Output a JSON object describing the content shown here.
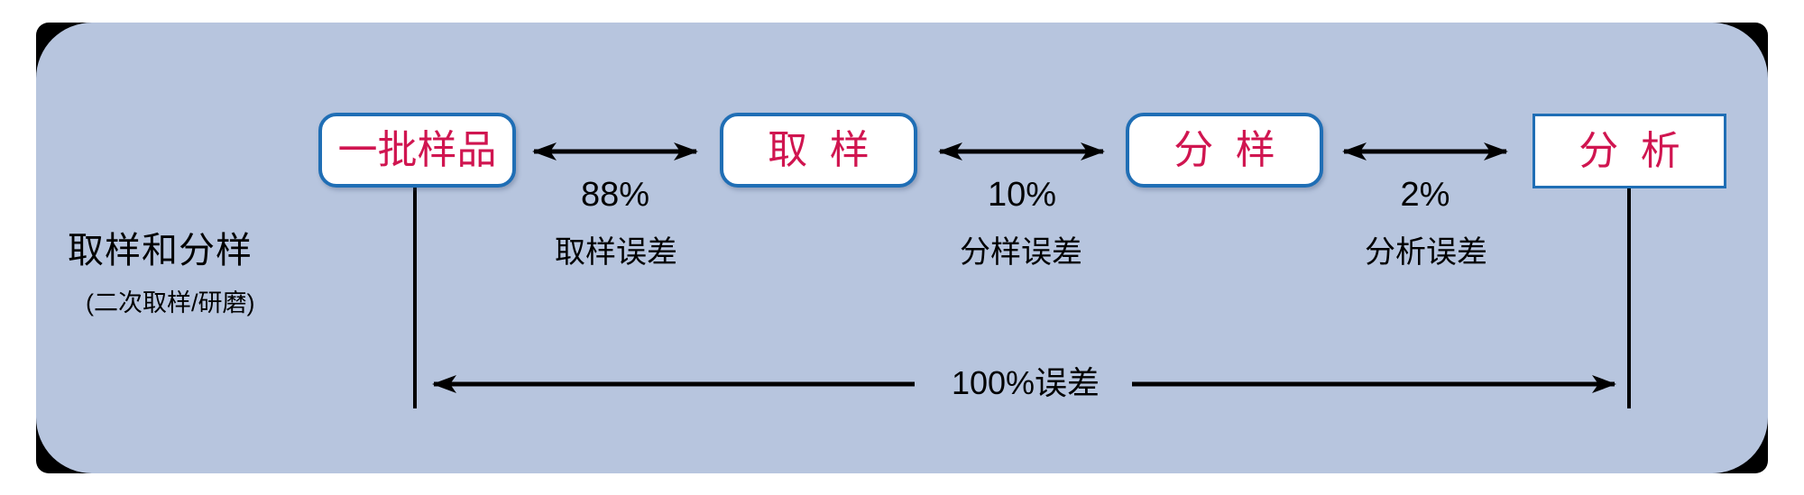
{
  "title": {
    "main": "取样和分样",
    "sub": "(二次取样/研磨)"
  },
  "nodes": [
    {
      "label": "一批样品"
    },
    {
      "label": "取  样"
    },
    {
      "label": "分  样"
    },
    {
      "label": "分  析"
    }
  ],
  "edges": [
    {
      "percent": "88%",
      "error_label": "取样误差"
    },
    {
      "percent": "10%",
      "error_label": "分样误差"
    },
    {
      "percent": "2%",
      "error_label": "分析误差"
    }
  ],
  "total": {
    "label": "100%误差"
  },
  "colors": {
    "canvas_bg": "#ffffff",
    "panel_fill": "#b7c5de",
    "panel_outline": "#000000",
    "box_fill": "#ffffff",
    "box_border": "#1f6eb5",
    "box_text": "#d01550",
    "line": "#000000",
    "text": "#000000"
  }
}
